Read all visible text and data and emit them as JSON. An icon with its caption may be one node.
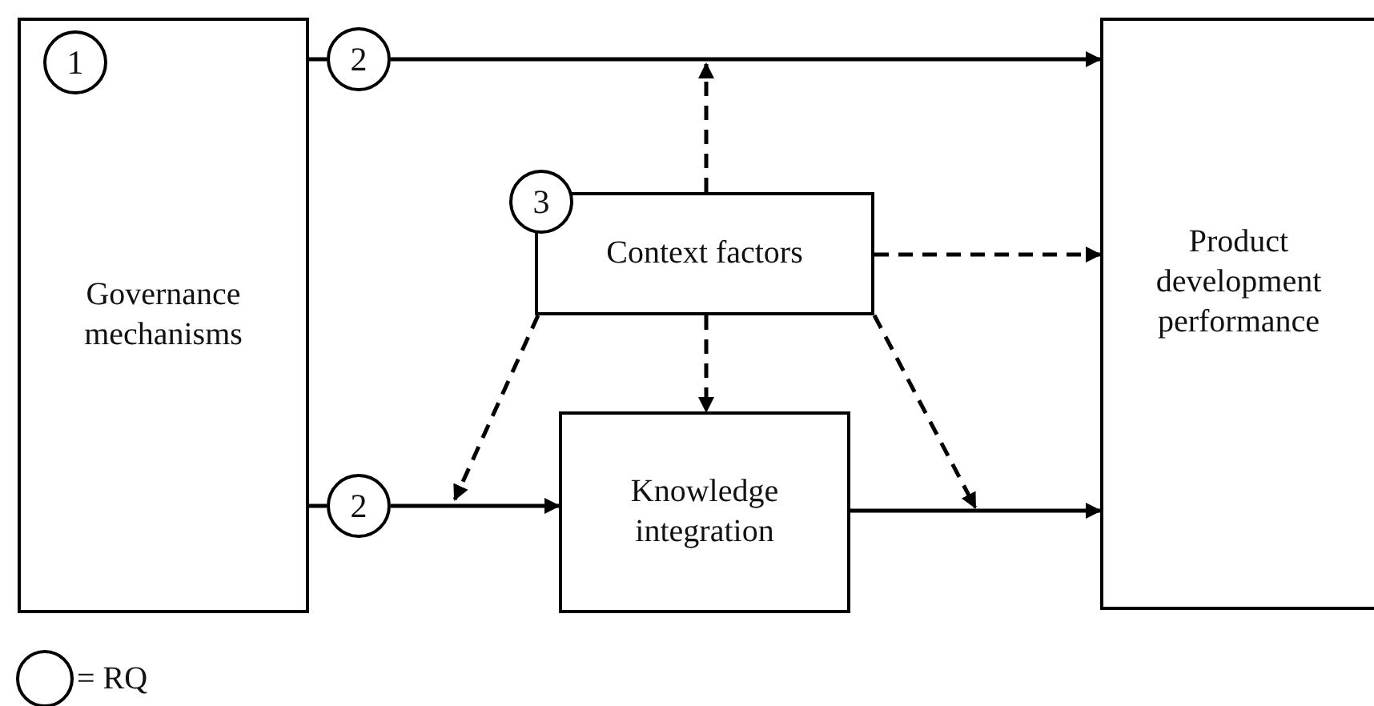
{
  "diagram": {
    "nodes": [
      {
        "text": [
          "Governance mechanisms"
        ]
      },
      {
        "text": [
          "1"
        ],
        "in": 0
      },
      {
        "text": [
          "2"
        ]
      },
      {
        "text": [
          "3"
        ]
      },
      {
        "text": [
          "Context factors"
        ]
      },
      {
        "text": [
          "Product development performance"
        ]
      },
      {
        "text": [
          "2"
        ]
      },
      {
        "text": [
          "Knowledge integration"
        ]
      }
    ],
    "edges": [
      {
        "from": 0,
        "to": 2,
        "arrow": "none"
      },
      {
        "from": 2,
        "to": 5,
        "arrow": "to"
      },
      {
        "from": 4,
        "to": null,
        "arrow": "to",
        "style": "dashed"
      },
      {
        "from": 4,
        "to": 5,
        "arrow": "to",
        "style": "dashed"
      },
      {
        "from": 4,
        "to": 7,
        "arrow": "to",
        "style": "dashed"
      },
      {
        "from": 4,
        "to": null,
        "arrow": "to",
        "style": "dashed"
      },
      {
        "from": 4,
        "to": null,
        "arrow": "to",
        "style": "dashed"
      },
      {
        "from": 0,
        "to": 6,
        "arrow": "none"
      },
      {
        "from": 6,
        "to": 7,
        "arrow": "to"
      },
      {
        "from": 7,
        "to": 5,
        "arrow": "to"
      }
    ],
    "legend": [
      {
        "text": "= RQ"
      }
    ]
  }
}
